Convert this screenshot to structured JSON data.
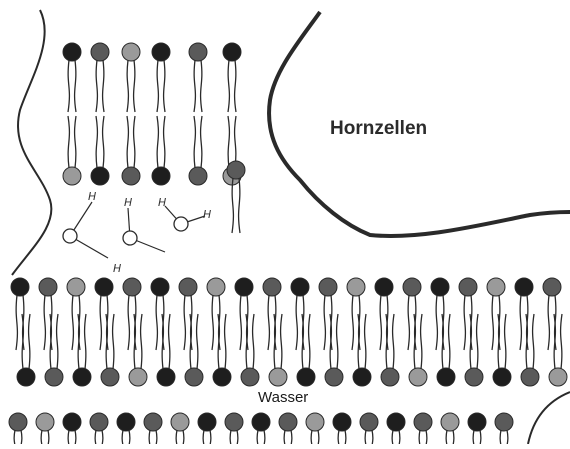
{
  "labels": {
    "horn_cells": "Hornzellen",
    "water": "Wasser"
  },
  "h_atoms": [
    "H",
    "H",
    "H",
    "H",
    "H"
  ],
  "colors": {
    "ink": "#2a2a2a",
    "head_dark": "#1e1e1e",
    "head_mid": "#5a5a5a",
    "head_light": "#9a9a9a"
  }
}
